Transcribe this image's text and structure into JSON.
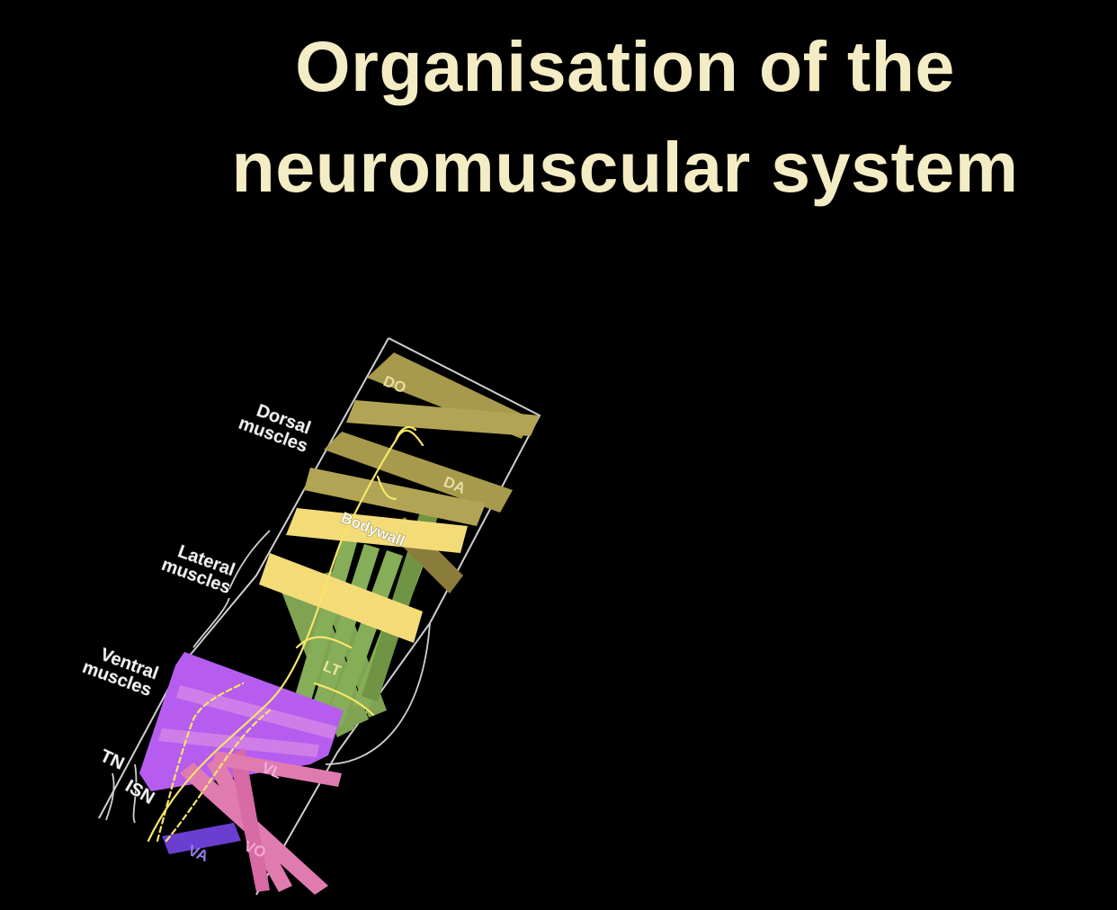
{
  "title": {
    "line1": "Organisation of the",
    "line2": "neuromuscular system"
  },
  "diagram": {
    "group_labels": {
      "dorsal_line1": "Dorsal",
      "dorsal_line2": "muscles",
      "lateral_line1": "Lateral",
      "lateral_line2": "muscles",
      "ventral_line1": "Ventral",
      "ventral_line2": "muscles"
    },
    "nerve_labels": {
      "tn": "TN",
      "isn": "ISN"
    },
    "muscle_labels": {
      "do": "DO",
      "da": "DA",
      "bodywall": "Bodywall",
      "lt": "LT",
      "vl": "VL",
      "va": "VA",
      "vo": "VO"
    },
    "colors": {
      "dorsal": "#a79a4c",
      "bodywall": "#f3dc78",
      "lateral": "#7fa352",
      "ventral": "#b65df0",
      "ventral_oblique": "#e07bb0",
      "va": "#6a3fd0",
      "nerve": "#f6e56a",
      "outline": "#cfcfcf"
    }
  }
}
